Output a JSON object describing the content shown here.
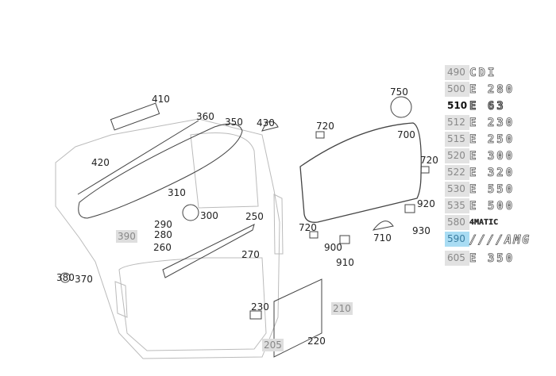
{
  "diagram": {
    "callouts": [
      "410",
      "360",
      "350",
      "430",
      "420",
      "310",
      "300",
      "250",
      "290",
      "280",
      "260",
      "270",
      "390",
      "380",
      "370",
      "750",
      "720",
      "700",
      "720",
      "920",
      "930",
      "710",
      "720",
      "900",
      "910",
      "230",
      "210",
      "205",
      "220"
    ],
    "emblems": [
      {
        "number": "490",
        "text": "CDI"
      },
      {
        "number": "500",
        "text": "E 280"
      },
      {
        "number": "510",
        "text": "E 63"
      },
      {
        "number": "512",
        "text": "E 230"
      },
      {
        "number": "515",
        "text": "E 250"
      },
      {
        "number": "520",
        "text": "E 300"
      },
      {
        "number": "522",
        "text": "E 320"
      },
      {
        "number": "530",
        "text": "E 550"
      },
      {
        "number": "535",
        "text": "E 500"
      },
      {
        "number": "580",
        "text": "4MATIC"
      },
      {
        "number": "590",
        "text": "////AMG"
      },
      {
        "number": "605",
        "text": "E 350"
      }
    ],
    "colors": {
      "highlight": "#dedede",
      "selected": "#a9dcf3",
      "line": "#444444"
    }
  }
}
